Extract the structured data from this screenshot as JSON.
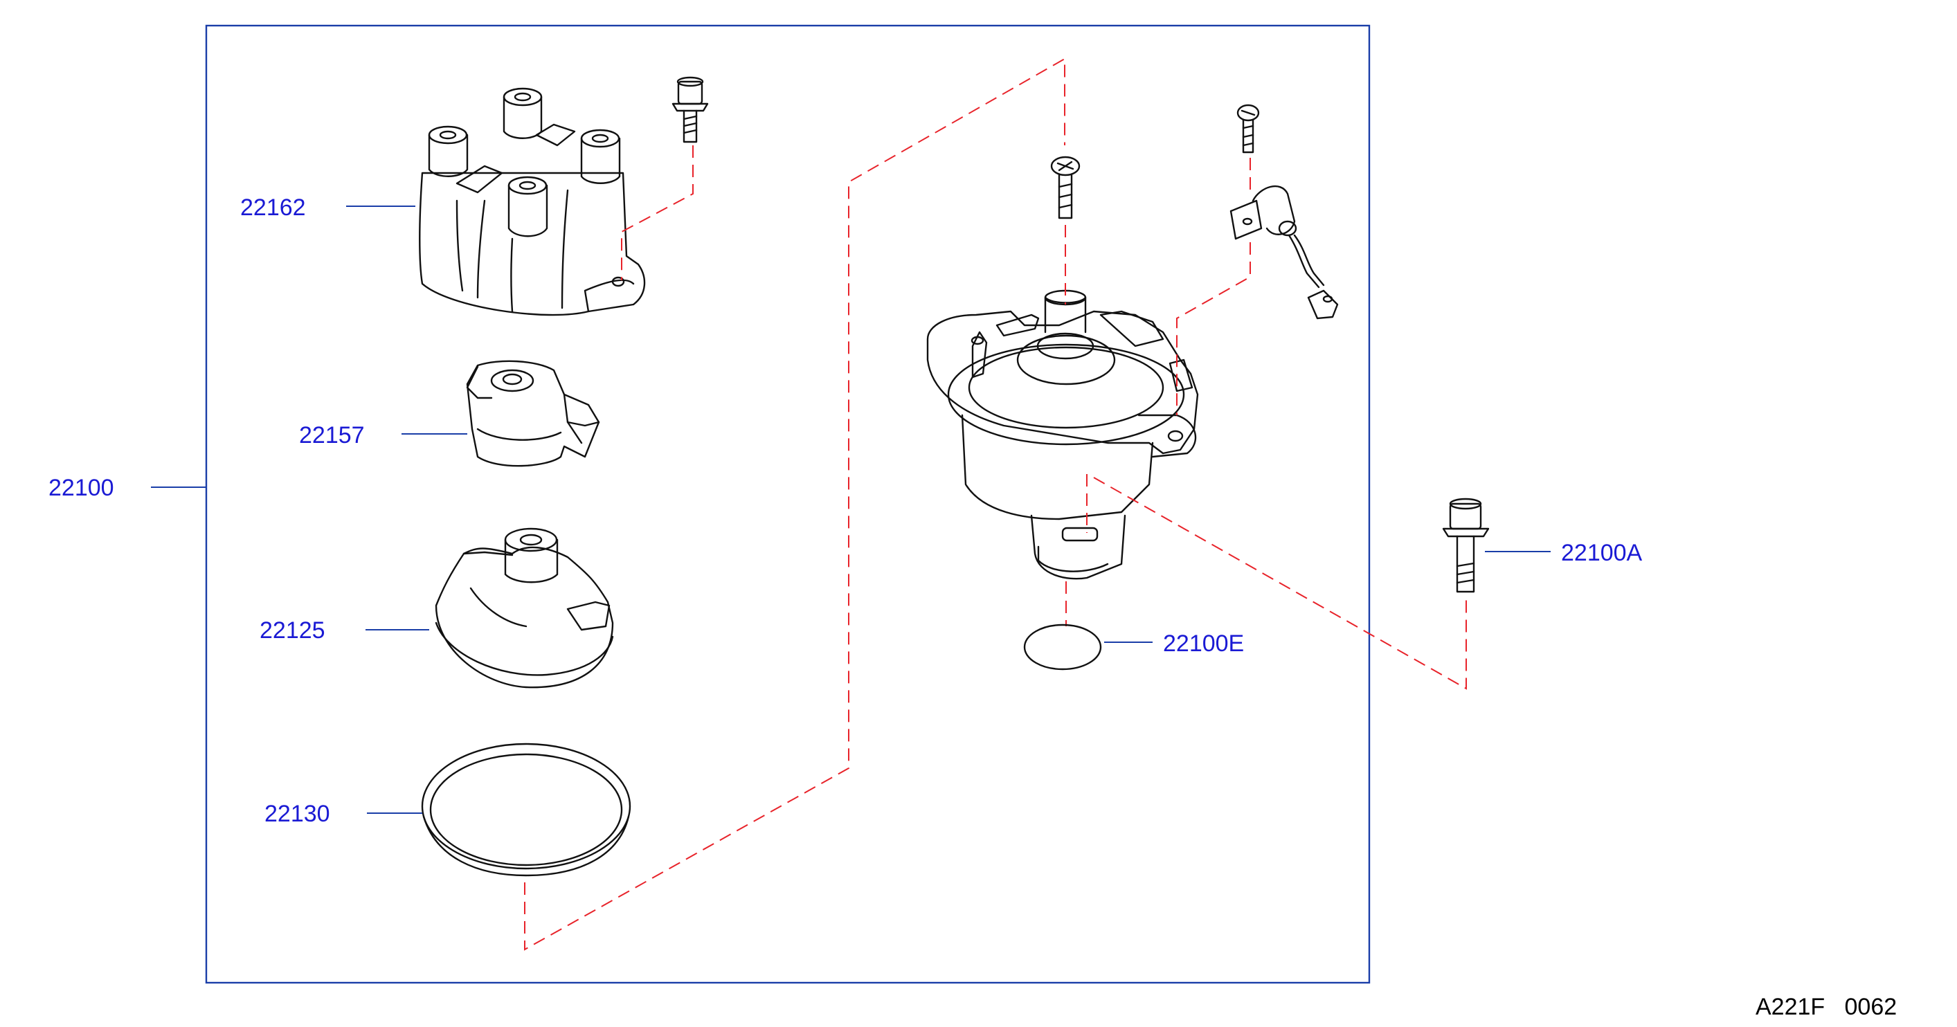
{
  "labels": {
    "assembly": "22100",
    "cap": "22162",
    "rotor": "22157",
    "seal_cover": "22125",
    "o_ring": "22130",
    "bolt": "22100A",
    "small_ring": "22100E"
  },
  "reference_code": "A221F   0062",
  "colors": {
    "callout_text": "#1a1ad4",
    "leader_line": "#1a3ea8",
    "dashed_line": "#e8232a",
    "part_outline": "#111111"
  }
}
